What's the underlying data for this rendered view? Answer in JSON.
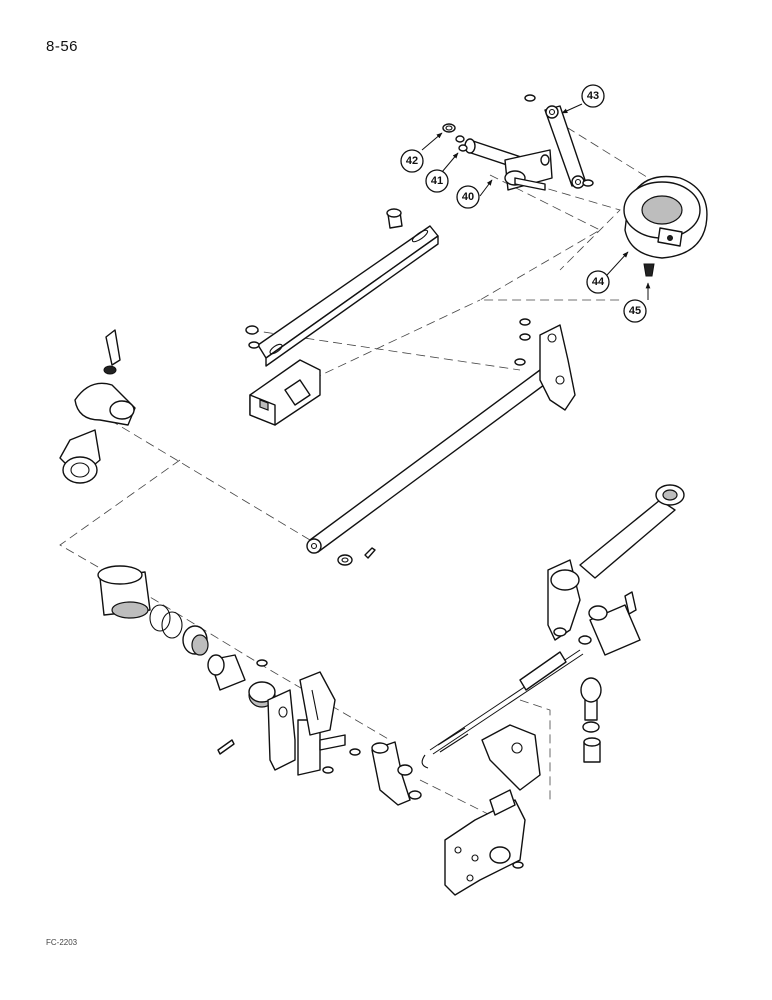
{
  "page": {
    "number": "8-56",
    "figure_code": "FC-2203"
  },
  "callouts": [
    {
      "id": "c40",
      "label": "40"
    },
    {
      "id": "c41",
      "label": "41"
    },
    {
      "id": "c42",
      "label": "42"
    },
    {
      "id": "c43",
      "label": "43"
    },
    {
      "id": "c44",
      "label": "44"
    },
    {
      "id": "c45",
      "label": "45"
    }
  ]
}
